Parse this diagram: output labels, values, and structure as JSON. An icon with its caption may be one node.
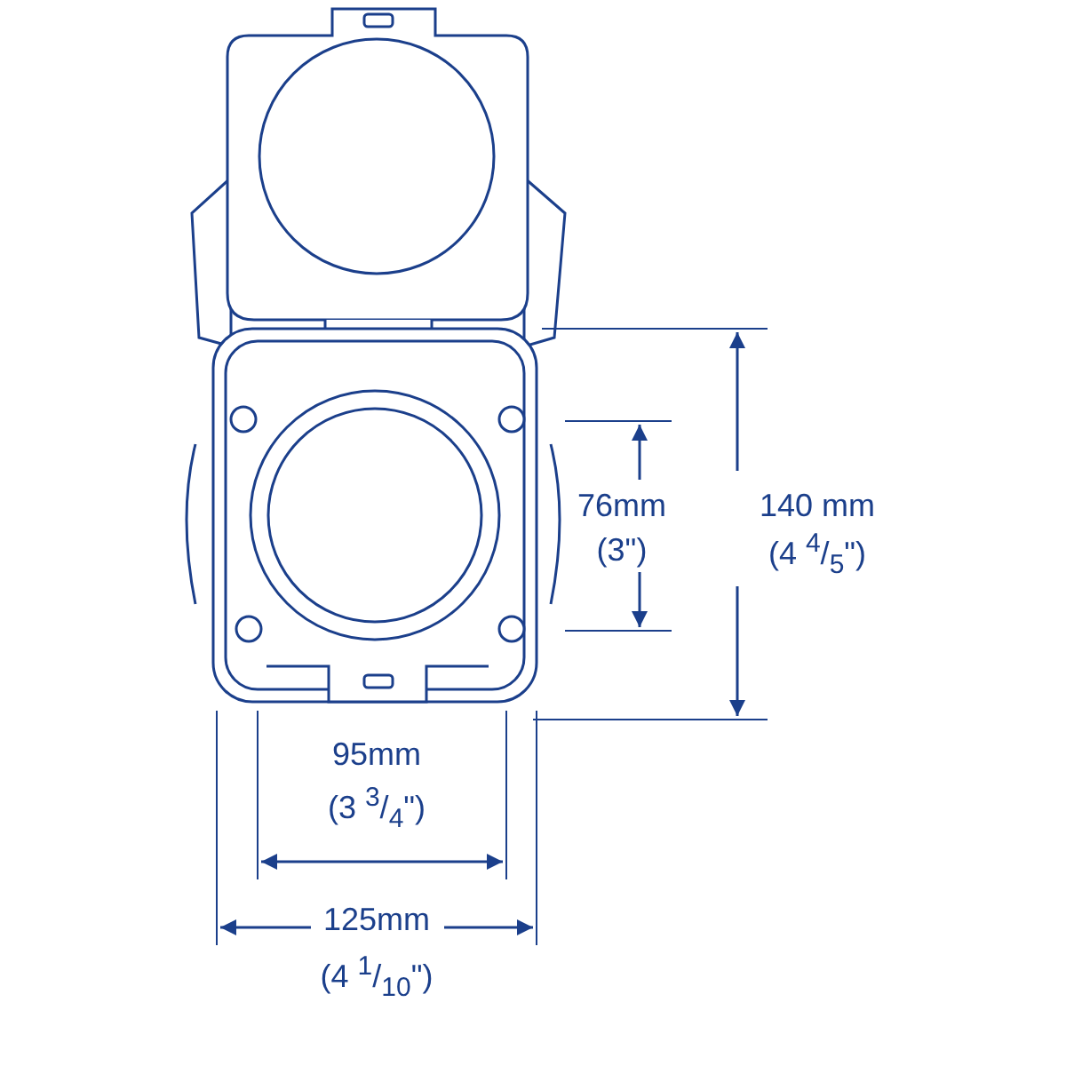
{
  "diagram": {
    "labels": [
      "76mm",
      "(3\")",
      "140 mm",
      "(4 $^{4}$/$_{5}$\")",
      "95mm",
      "(3 $^{3}$/$_{4}$\")",
      "125mm",
      "(4 $^{1}$/$_{10}$\")"
    ]
  }
}
